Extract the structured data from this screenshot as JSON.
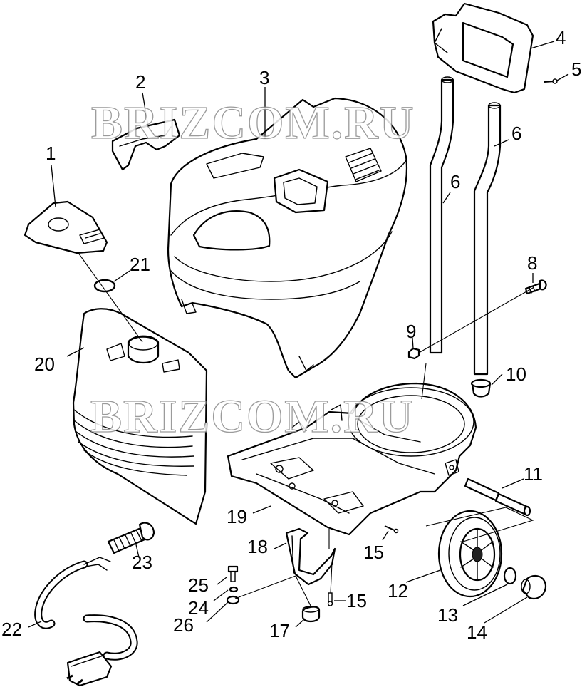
{
  "watermark": {
    "top": "BRIZCOM.RU",
    "middle": "BRIZCOM.RU"
  },
  "labels": {
    "p1": "1",
    "p2": "2",
    "p3": "3",
    "p4": "4",
    "p5": "5",
    "p6a": "6",
    "p6b": "6",
    "p8": "8",
    "p9": "9",
    "p10": "10",
    "p11": "11",
    "p12": "12",
    "p13": "13",
    "p14": "14",
    "p15a": "15",
    "p15b": "15",
    "p17": "17",
    "p18": "18",
    "p19": "19",
    "p20": "20",
    "p21": "21",
    "p22": "22",
    "p23": "23",
    "p24": "24",
    "p25": "25",
    "p26": "26"
  }
}
